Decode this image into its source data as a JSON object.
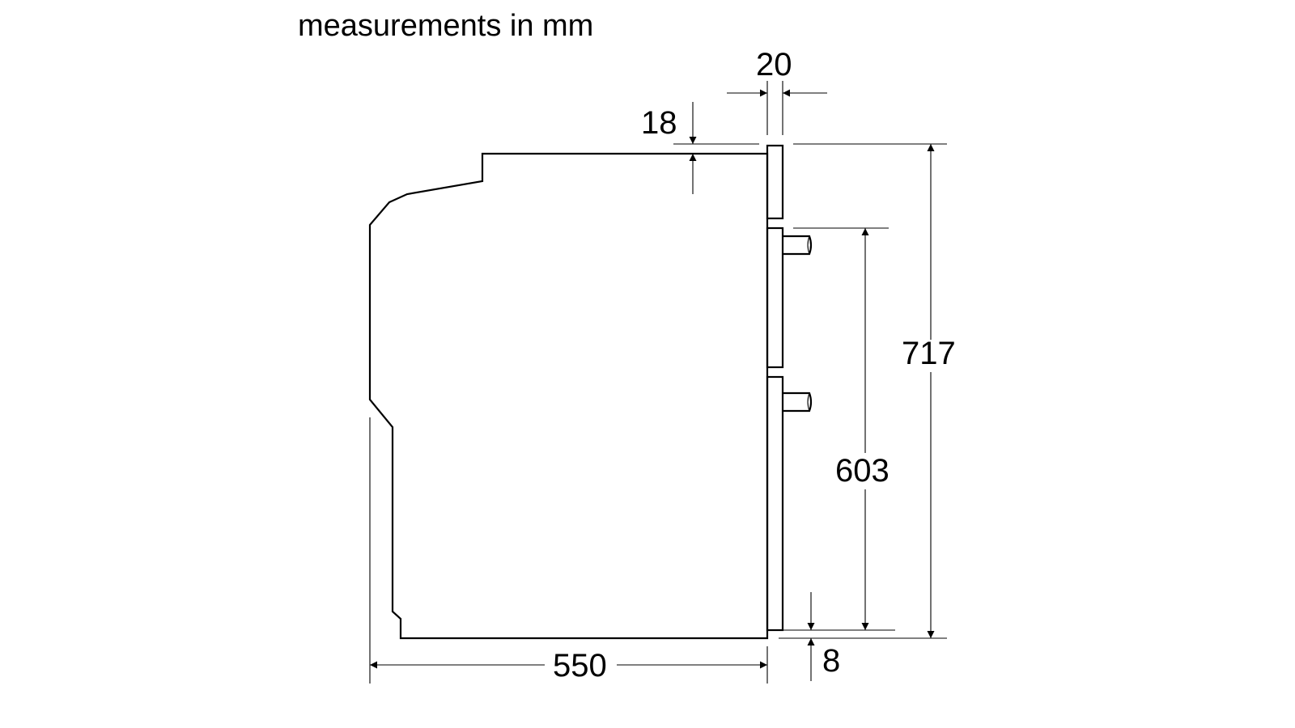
{
  "title": "measurements in mm",
  "dimensions": {
    "depth": "550",
    "panel_thickness": "20",
    "top_offset": "18",
    "total_height": "717",
    "door_height": "603",
    "bottom_gap": "8"
  }
}
